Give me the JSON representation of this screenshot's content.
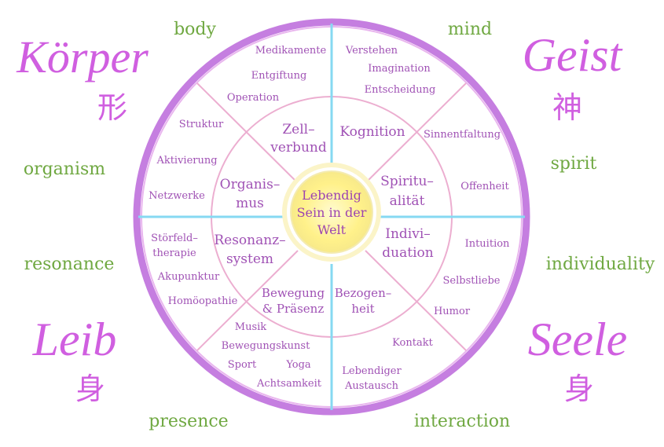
{
  "colors": {
    "ring_purple": "#c57ee0",
    "ring_inner_pink": "#ecaed0",
    "axis_blue": "#86d9f2",
    "text_purple": "#a052b5",
    "script_magenta": "#d05fe0",
    "green": "#6fa841",
    "center_fill": "#fff59a"
  },
  "corners": {
    "tl": {
      "word": "Körper",
      "kanji": "形"
    },
    "tr": {
      "word": "Geist",
      "kanji": "神"
    },
    "bl": {
      "word": "Leib",
      "kanji": "身"
    },
    "br": {
      "word": "Seele",
      "kanji": "身"
    }
  },
  "english": {
    "body": "body",
    "mind": "mind",
    "organism": "organism",
    "spirit": "spirit",
    "resonance": "resonance",
    "individuality": "individuality",
    "presence": "presence",
    "interaction": "interaction"
  },
  "center": {
    "line1": "Lebendig",
    "line2": "Sein in der",
    "line3": "Welt"
  },
  "inner": {
    "zellverbund": [
      "Zell–",
      "verbund"
    ],
    "kognition": [
      "Kognition"
    ],
    "organismus": [
      "Organis–",
      "mus"
    ],
    "spiritualitaet": [
      "Spiritu–",
      "alität"
    ],
    "resonanzsystem": [
      "Resonanz–",
      "system"
    ],
    "individuation": [
      "Indivi–",
      "duation"
    ],
    "bewegung": [
      "Bewegung",
      "& Präsenz"
    ],
    "bezogenheit": [
      "Bezogen–",
      "heit"
    ]
  },
  "outer": {
    "medikamente": "Medikamente",
    "entgiftung": "Entgiftung",
    "operation": "Operation",
    "verstehen": "Verstehen",
    "imagination": "Imagination",
    "entscheidung": "Entscheidung",
    "struktur": "Struktur",
    "aktivierung": "Aktivierung",
    "netzwerke": "Netzwerke",
    "sinnentfaltung": "Sinnentfaltung",
    "offenheit": "Offenheit",
    "stoerfeld1": "Störfeld–",
    "stoerfeld2": "therapie",
    "akupunktur": "Akupunktur",
    "homoeopathie": "Homöopathie",
    "intuition": "Intuition",
    "selbstliebe": "Selbstliebe",
    "humor": "Humor",
    "musik": "Musik",
    "bewegungskunst": "Bewegungskunst",
    "sport": "Sport",
    "yoga": "Yoga",
    "achtsamkeit": "Achtsamkeit",
    "kontakt": "Kontakt",
    "lebendiger1": "Lebendiger",
    "lebendiger2": "Austausch"
  }
}
